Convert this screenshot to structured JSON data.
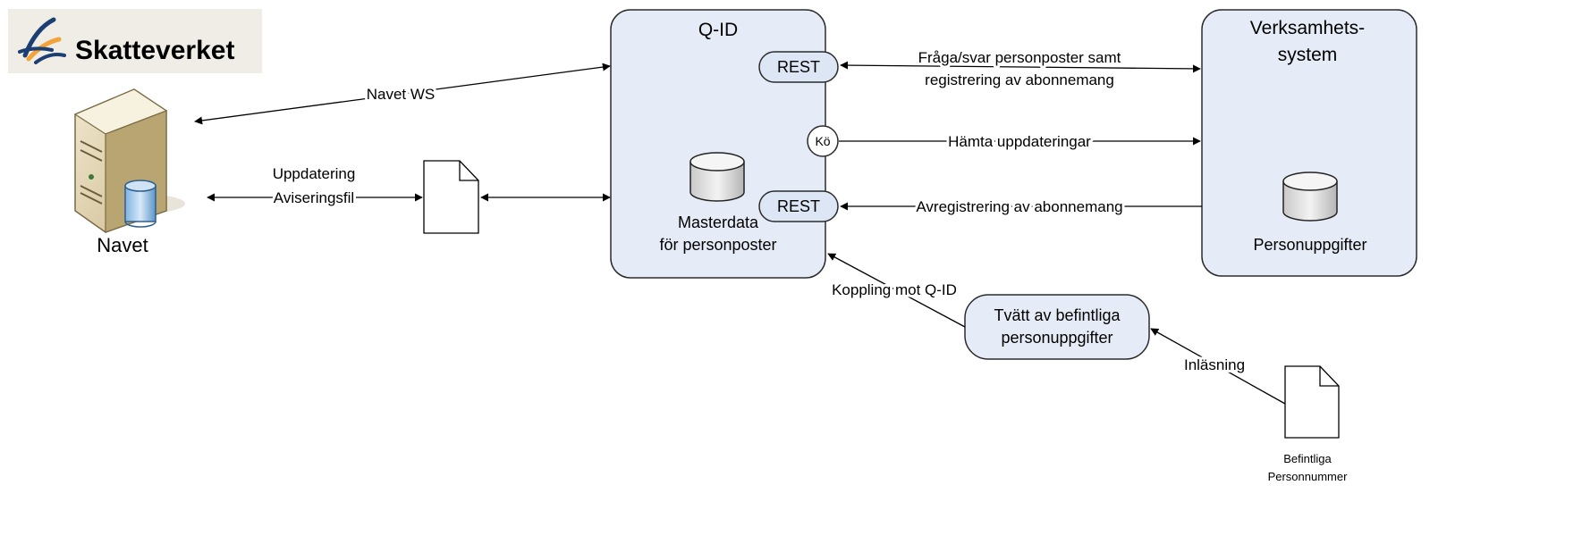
{
  "logo": {
    "text": "Skatteverket",
    "colors": {
      "text": "#1b3f73",
      "swirl_blue": "#1b3f73",
      "swirl_orange": "#f2a33a"
    }
  },
  "nodes": {
    "navet": {
      "label": "Navet",
      "icon": "server-database-icon"
    },
    "qid": {
      "title": "Q-ID",
      "db_label_line1": "Masterdata",
      "db_label_line2": "för personposter"
    },
    "rest_top": {
      "label": "REST"
    },
    "queue": {
      "label": "Kö"
    },
    "rest_bottom": {
      "label": "REST"
    },
    "verksamhet": {
      "title_line1": "Verksamhets-",
      "title_line2": "system",
      "db_label": "Personuppgifter"
    },
    "tvatt": {
      "line1": "Tvätt av befintliga",
      "line2": "personuppgifter"
    },
    "file_left": {
      "icon": "document-icon"
    },
    "file_right": {
      "icon": "document-icon",
      "label_line1": "Befintliga",
      "label_line2": "Personnummer"
    }
  },
  "connectors": {
    "navet_ws": "Navet WS",
    "update_line1": "Uppdatering",
    "update_line2": "Aviseringsfil",
    "query_line1": "Fråga/svar personposter samt",
    "query_line2": "registrering av abonnemang",
    "fetch_updates": "Hämta uppdateringar",
    "unregister": "Avregistrering av abonnemang",
    "link_qid": "Koppling mot Q-ID",
    "load": "Inläsning"
  },
  "colors": {
    "box_fill": "#e6ecf7",
    "box_stroke": "#2b2b2b",
    "pill_fill": "#dde6f4",
    "db_fill": "#ececec"
  }
}
